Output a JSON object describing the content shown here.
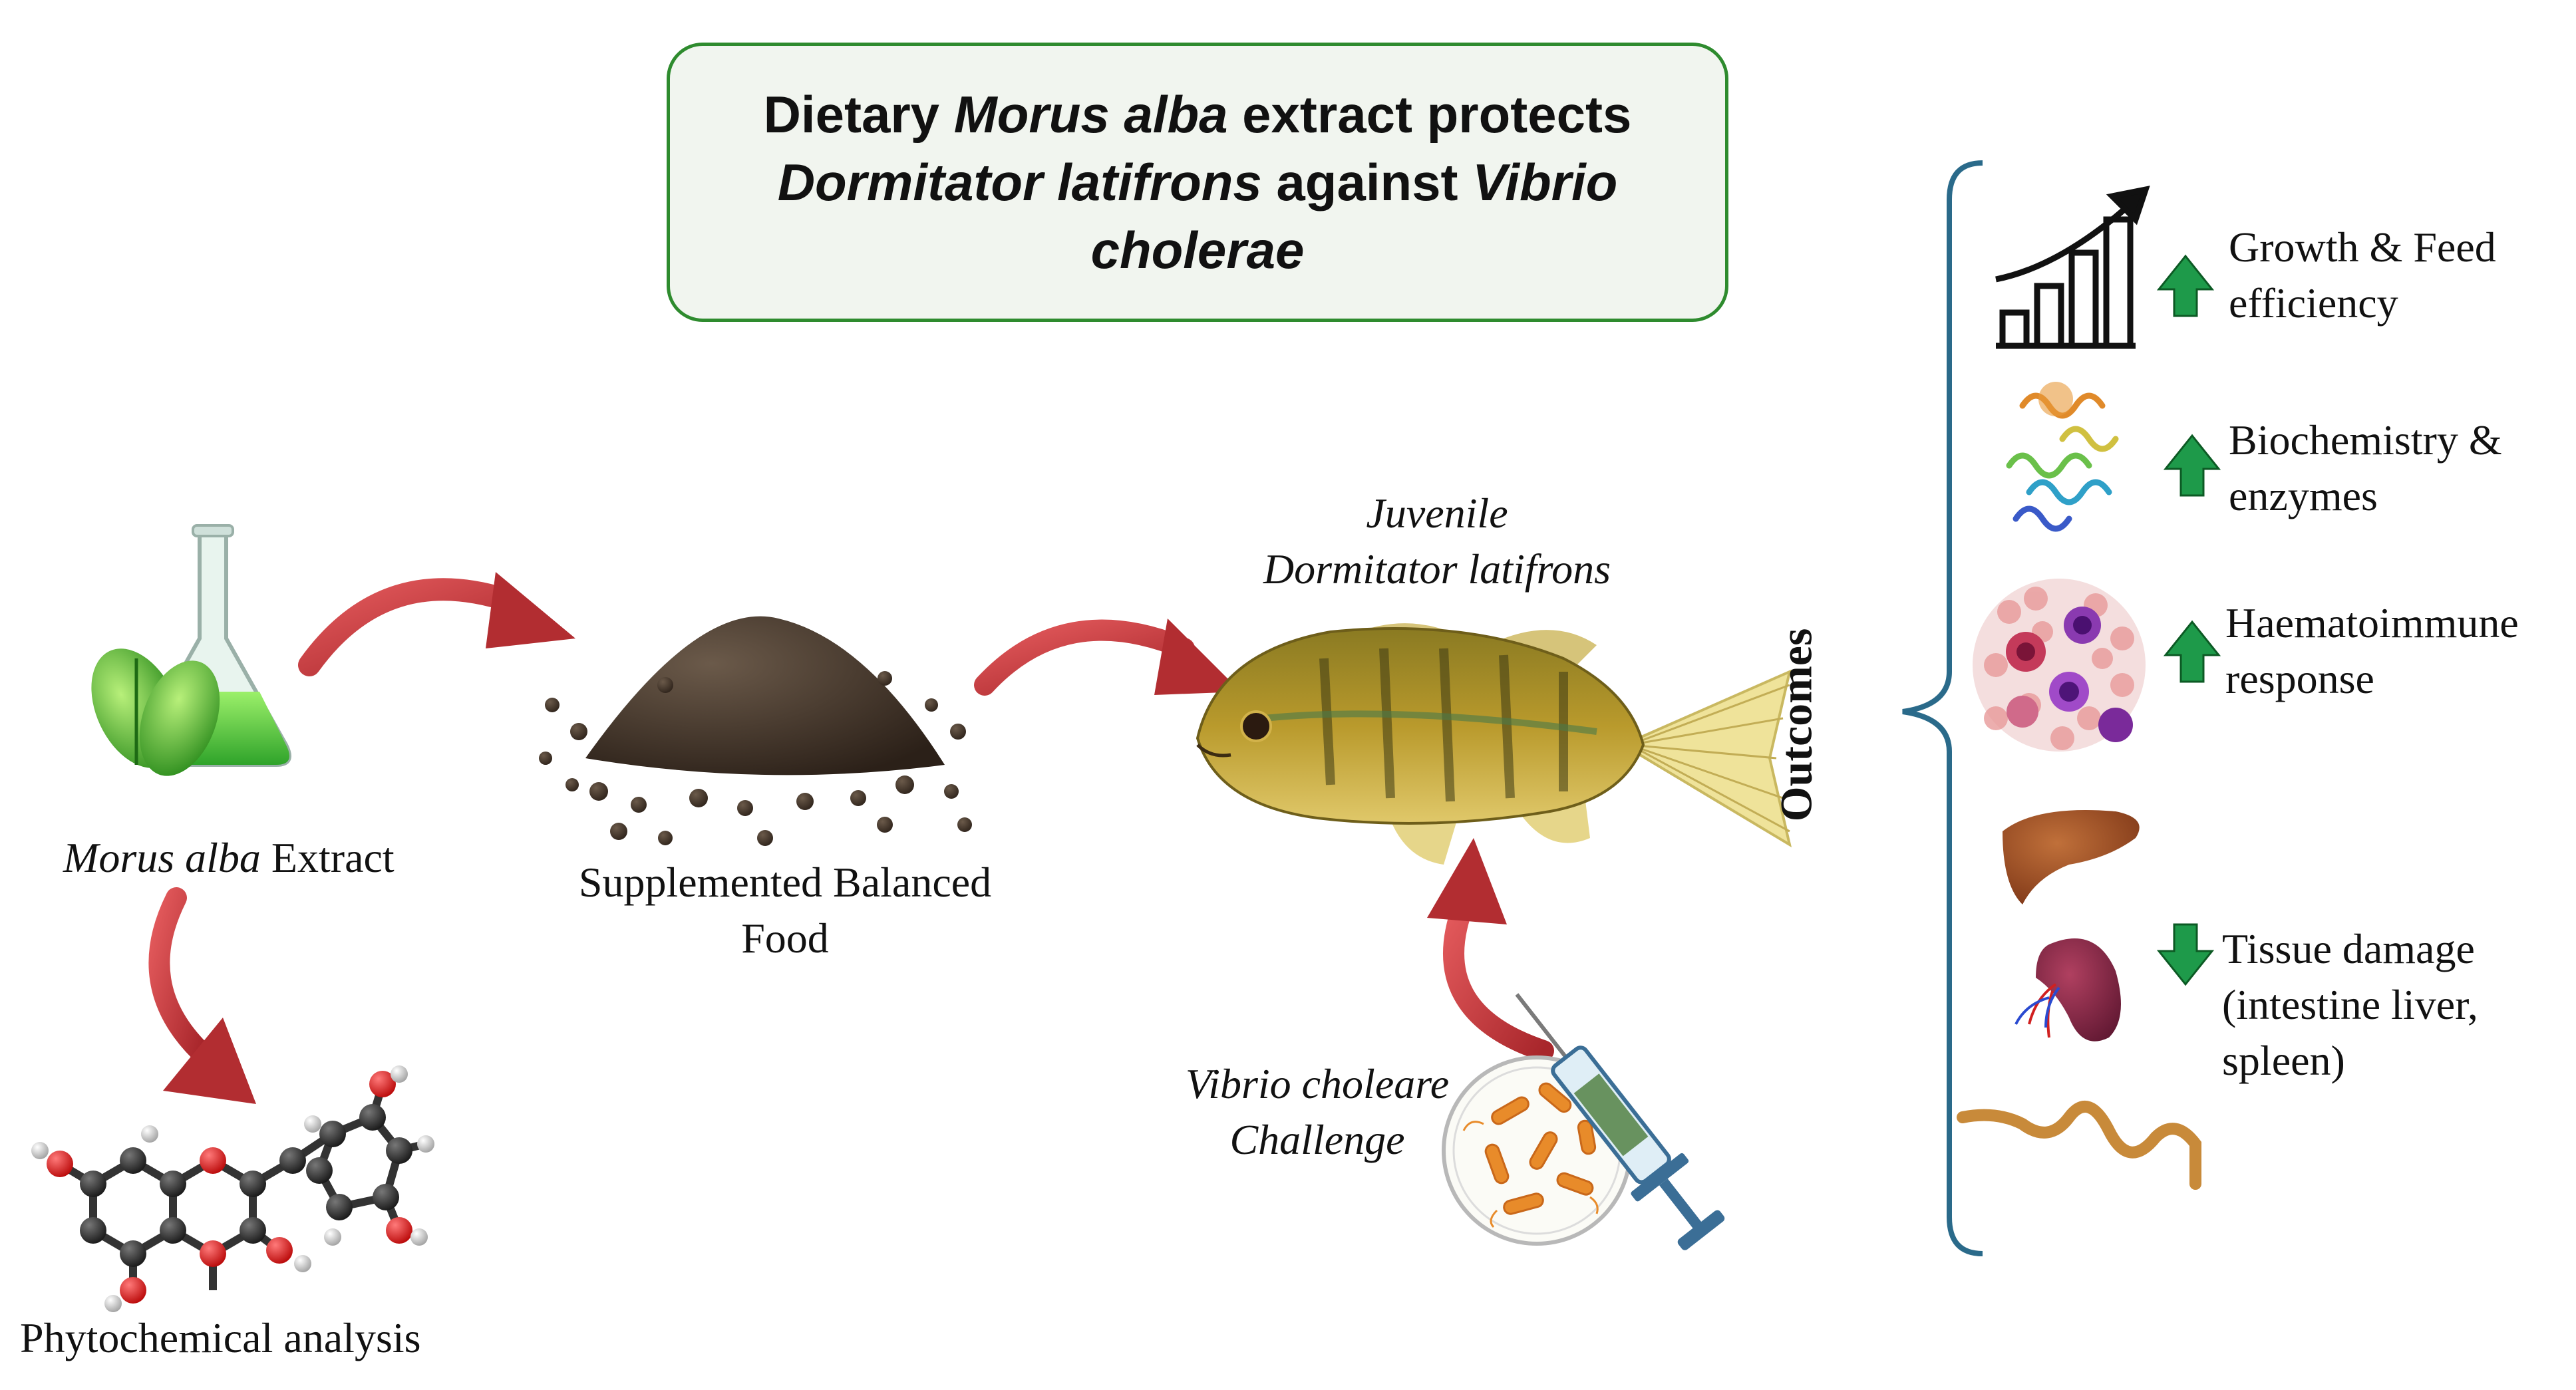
{
  "title": {
    "part1": "Dietary ",
    "part2_italic": "Morus alba",
    "part3": " extract protects",
    "part4_italic": "Dormitator latifrons",
    "part5": " against ",
    "part6_italic": "Vibrio",
    "part7_italic": "cholerae"
  },
  "extract": {
    "italic": "Morus alba",
    "text": " Extract"
  },
  "food": {
    "line1": "Supplemented Balanced",
    "line2": "Food"
  },
  "fish": {
    "line1": "Juvenile",
    "line2": "Dormitator latifrons"
  },
  "challenge": {
    "line1": "Vibrio choleare",
    "line2": "Challenge"
  },
  "phyto": {
    "text": "Phytochemical analysis"
  },
  "outcomes_label": "Outcomes",
  "outcomes": [
    {
      "line1": "Growth & Feed",
      "line2": "efficiency",
      "direction": "up"
    },
    {
      "line1": "Biochemistry &",
      "line2": "enzymes",
      "direction": "up"
    },
    {
      "line1": "Haematoimmune",
      "line2": "response",
      "direction": "up"
    },
    {
      "line1": "Tissue damage",
      "line2": "(intestine liver,",
      "line3": "spleen)",
      "direction": "down"
    }
  ],
  "colors": {
    "title_border": "#2e8b2e",
    "title_bg": "#f1f5ef",
    "flow_arrow": "#c4373a",
    "indicator_arrow": "#1e9a4a",
    "bracket": "#2a6a8a"
  }
}
